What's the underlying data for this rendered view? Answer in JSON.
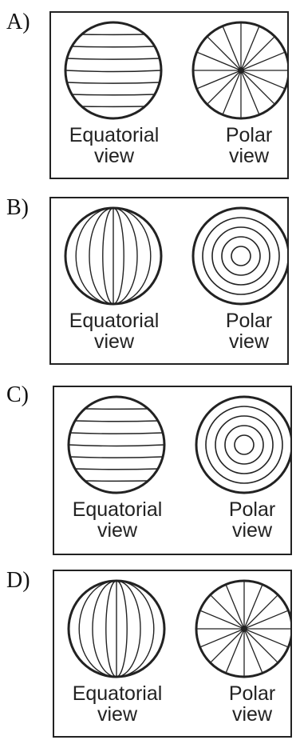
{
  "options": [
    {
      "letter": "A)",
      "left": {
        "pattern": "horizontal-latitude",
        "label_line1": "Equatorial",
        "label_line2": "view"
      },
      "right": {
        "pattern": "radial-spokes",
        "label_line1": "Polar",
        "label_line2": "view"
      }
    },
    {
      "letter": "B)",
      "left": {
        "pattern": "vertical-meridians",
        "label_line1": "Equatorial",
        "label_line2": "view"
      },
      "right": {
        "pattern": "concentric-circles",
        "label_line1": "Polar",
        "label_line2": "view"
      }
    },
    {
      "letter": "C)",
      "left": {
        "pattern": "horizontal-latitude",
        "label_line1": "Equatorial",
        "label_line2": "view"
      },
      "right": {
        "pattern": "concentric-circles",
        "label_line1": "Polar",
        "label_line2": "view"
      }
    },
    {
      "letter": "D)",
      "left": {
        "pattern": "vertical-meridians",
        "label_line1": "Equatorial",
        "label_line2": "view"
      },
      "right": {
        "pattern": "radial-spokes",
        "label_line1": "Polar",
        "label_line2": "view"
      }
    }
  ],
  "colors": {
    "stroke": "#222222",
    "background": "#ffffff"
  }
}
